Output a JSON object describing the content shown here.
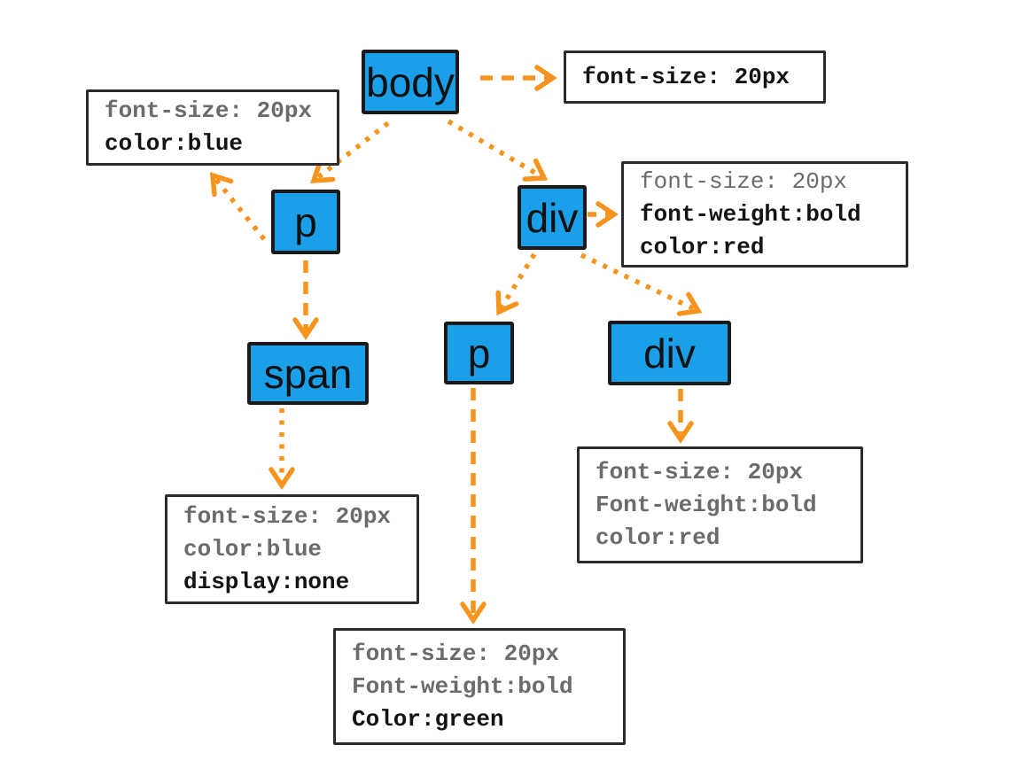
{
  "colors": {
    "node_fill": "#1b9fe8",
    "node_border": "#1a1a1a",
    "box_border": "#2a2a2a",
    "arrow": "#f7941e",
    "muted_text": "#6b6b6b",
    "strong_text": "#141414",
    "background": "#ffffff"
  },
  "nodes": {
    "body": "body",
    "p_left": "p",
    "div_right": "div",
    "span": "span",
    "p_child": "p",
    "div_child": "div"
  },
  "style_boxes": {
    "body_style": {
      "lines": [
        "font-size: 20px"
      ]
    },
    "p_style": {
      "lines": [
        "font-size: 20px",
        "color:blue"
      ]
    },
    "div_style": {
      "lines": [
        "font-size: 20px",
        "font-weight:bold",
        "color:red"
      ]
    },
    "span_style": {
      "lines": [
        "font-size: 20px",
        "color:blue",
        "display:none"
      ]
    },
    "p_child_style": {
      "lines": [
        "font-size: 20px",
        "Font-weight:bold",
        "Color:green"
      ]
    },
    "div_child_style": {
      "lines": [
        "font-size: 20px",
        "Font-weight:bold",
        "color:red"
      ]
    }
  }
}
